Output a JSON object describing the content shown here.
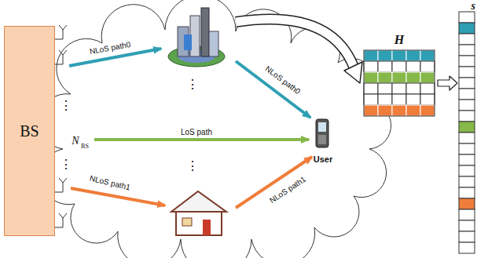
{
  "diagram": {
    "nodes": [
      {
        "text": [
          "BS"
        ]
      },
      {
        "text": [
          "H"
        ]
      },
      {
        "text": [
          "s"
        ]
      }
    ],
    "edges": [
      {
        "from": 1,
        "to": 2,
        "arrow": "to"
      }
    ],
    "labels": [
      "NLoS path0",
      "NLoS path0",
      "LoS path",
      "NLoS path1",
      "NLoS path1",
      "User",
      "N",
      "BS",
      "⋮",
      "⋮",
      "⋮",
      "⋮"
    ]
  }
}
